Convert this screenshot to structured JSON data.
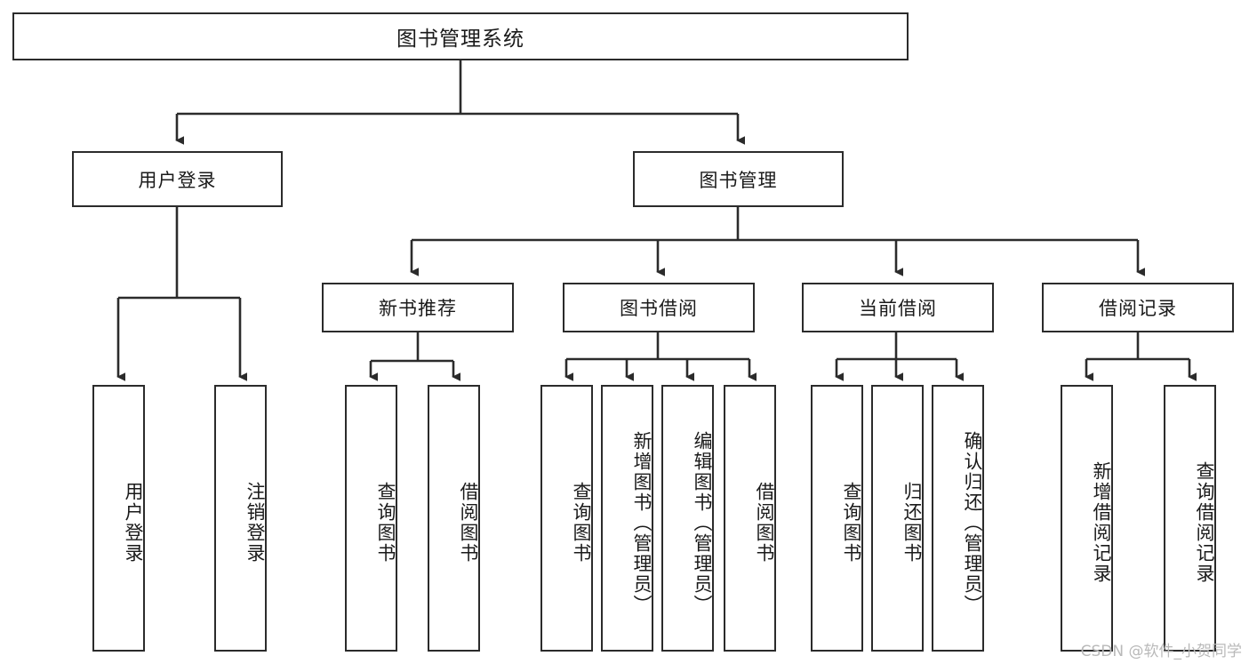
{
  "diagram": {
    "title": "图书管理系统",
    "type": "tree-hierarchy",
    "root": {
      "id": "root",
      "label": "图书管理系统"
    },
    "level1": [
      {
        "id": "user-login",
        "label": "用户登录"
      },
      {
        "id": "book-manage",
        "label": "图书管理"
      }
    ],
    "level2": [
      {
        "id": "new-book-recommend",
        "label": "新书推荐",
        "parent": "book-manage"
      },
      {
        "id": "book-borrow",
        "label": "图书借阅",
        "parent": "book-manage"
      },
      {
        "id": "current-borrow",
        "label": "当前借阅",
        "parent": "book-manage"
      },
      {
        "id": "borrow-record",
        "label": "借阅记录",
        "parent": "book-manage"
      }
    ],
    "leaves": [
      {
        "id": "leaf-user-login",
        "label": "用户登录",
        "parent": "user-login"
      },
      {
        "id": "leaf-logout-login",
        "label": "注销登录",
        "parent": "user-login"
      },
      {
        "id": "leaf-query-book-1",
        "label": "查询图书",
        "parent": "new-book-recommend"
      },
      {
        "id": "leaf-borrow-book-1",
        "label": "借阅图书",
        "parent": "new-book-recommend"
      },
      {
        "id": "leaf-query-book-2",
        "label": "查询图书",
        "parent": "book-borrow"
      },
      {
        "id": "leaf-add-book",
        "label": "新增图书（管理员）",
        "parent": "book-borrow"
      },
      {
        "id": "leaf-edit-book",
        "label": "编辑图书（管理员）",
        "parent": "book-borrow"
      },
      {
        "id": "leaf-borrow-book-2",
        "label": "借阅图书",
        "parent": "book-borrow"
      },
      {
        "id": "leaf-query-book-3",
        "label": "查询图书",
        "parent": "current-borrow"
      },
      {
        "id": "leaf-return-book",
        "label": "归还图书",
        "parent": "current-borrow"
      },
      {
        "id": "leaf-confirm-return",
        "label": "确认归还（管理员）",
        "parent": "current-borrow"
      },
      {
        "id": "leaf-add-record",
        "label": "新增借阅记录",
        "parent": "borrow-record"
      },
      {
        "id": "leaf-query-record",
        "label": "查询借阅记录",
        "parent": "borrow-record"
      }
    ],
    "watermark": "CSDN @软件_小贺同学",
    "colors": {
      "stroke": "#2b2b2b",
      "fill": "#ffffff",
      "text": "#1a1a1a",
      "watermark": "#b9b9b9"
    }
  }
}
